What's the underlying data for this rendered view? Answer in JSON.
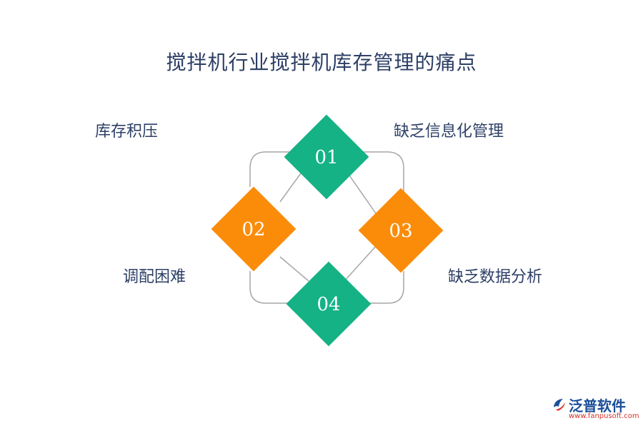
{
  "title": "搅拌机行业搅拌机库存管理的痛点",
  "labels": {
    "top_left": "库存积压",
    "top_right": "缺乏信息化管理",
    "bottom_left": "调配困难",
    "bottom_right": "缺乏数据分析"
  },
  "nodes": [
    {
      "id": "01",
      "color": "#14b285"
    },
    {
      "id": "02",
      "color": "#fb8c0a"
    },
    {
      "id": "03",
      "color": "#fb8c0a"
    },
    {
      "id": "04",
      "color": "#14b285"
    }
  ],
  "colors": {
    "title": "#2d3f66",
    "connector": "#a6a6a6",
    "brand_blue": "#1c4f9a",
    "brand_red": "#d6332b"
  },
  "brand": {
    "name": "泛普软件",
    "url": "www.fanpusoft.com",
    "logo_icon": "leaf-swirl-icon"
  }
}
